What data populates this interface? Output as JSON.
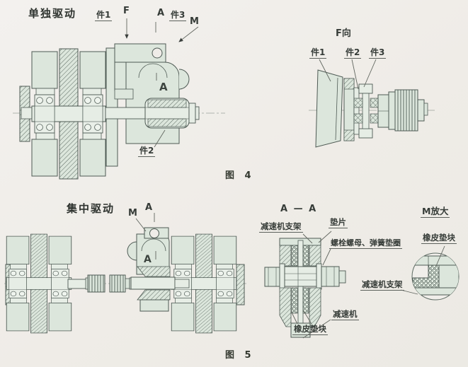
{
  "colors": {
    "background": "#efece8",
    "part_fill": "#dce6dc",
    "line": "#4e5a54",
    "text": "#343a36"
  },
  "figure4": {
    "caption": "图 4",
    "single_drive": {
      "title": "单独驱动",
      "part1": "件1",
      "f_marker": "F",
      "a_marker": "A",
      "part3": "件3",
      "m_marker": "M",
      "a_inner": "A",
      "part2": "件2"
    },
    "f_view": {
      "title": "F向",
      "part1": "件1",
      "part2": "件2",
      "part3": "件3"
    }
  },
  "figure5": {
    "caption": "图 5",
    "central_drive": {
      "title": "集中驱动",
      "m_marker": "M",
      "a_marker": "A",
      "a_inner": "A"
    },
    "section_aa": {
      "title": "A — A",
      "bracket_label": "减速机支架",
      "shim_label": "垫片",
      "bolt_label": "螺栓螺母、弹簧垫圈",
      "bracket2_label": "减速机支架",
      "reducer_label": "减速机",
      "rubber_label": "橡皮垫块"
    },
    "m_detail": {
      "title": "M放大",
      "rubber_label": "橡皮垫块"
    }
  }
}
